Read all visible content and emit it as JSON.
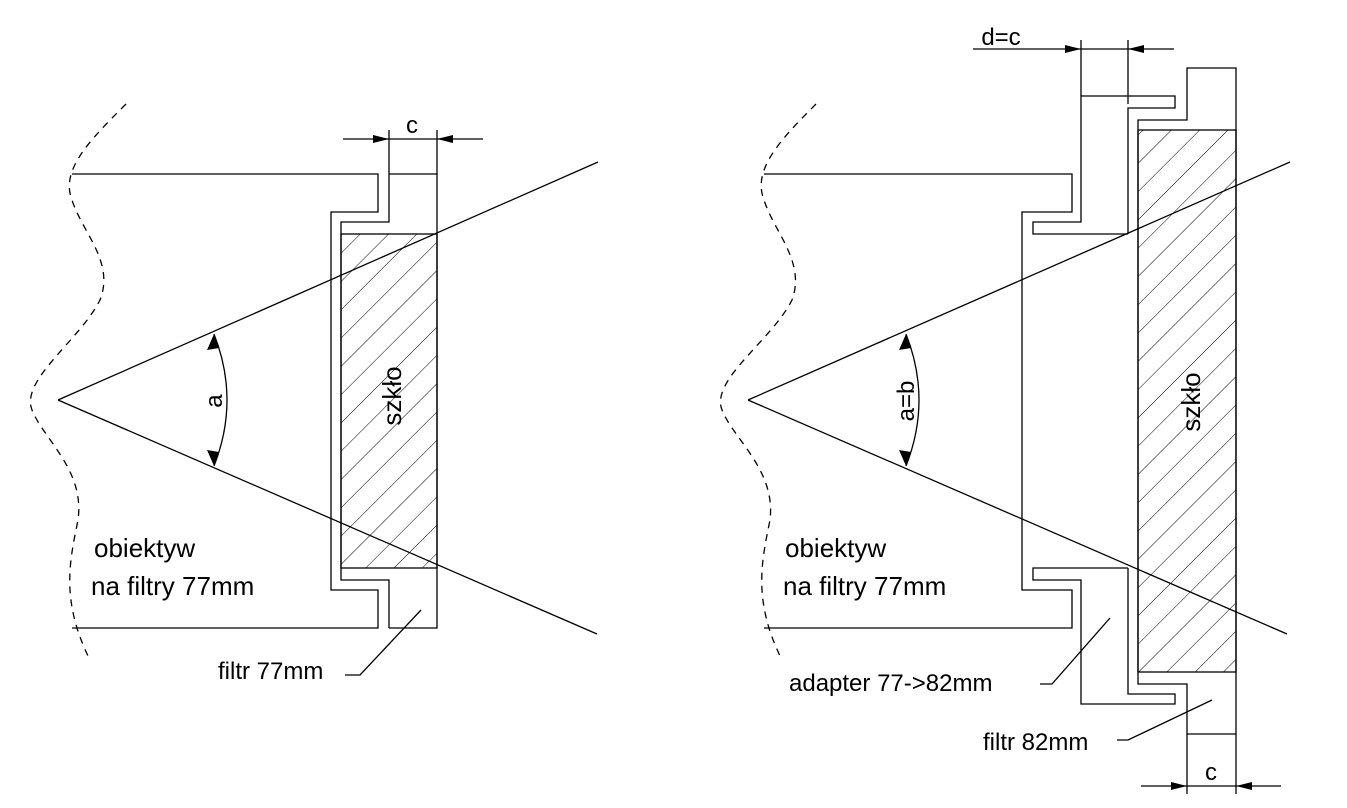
{
  "left": {
    "lens_label_line1": "obiektyw",
    "lens_label_line2": "na filtry 77mm",
    "glass_label": "szkło",
    "angle_label": "a",
    "thickness_label": "c",
    "filter_label": "filtr 77mm"
  },
  "right": {
    "lens_label_line1": "obiektyw",
    "lens_label_line2": "na filtry 77mm",
    "glass_label": "szkło",
    "angle_label": "a=b",
    "offset_label": "d=c",
    "thickness_label": "c",
    "adapter_label": "adapter 77->82mm",
    "filter_label": "filtr 82mm"
  },
  "colors": {
    "line": "#000000",
    "background": "#ffffff"
  }
}
